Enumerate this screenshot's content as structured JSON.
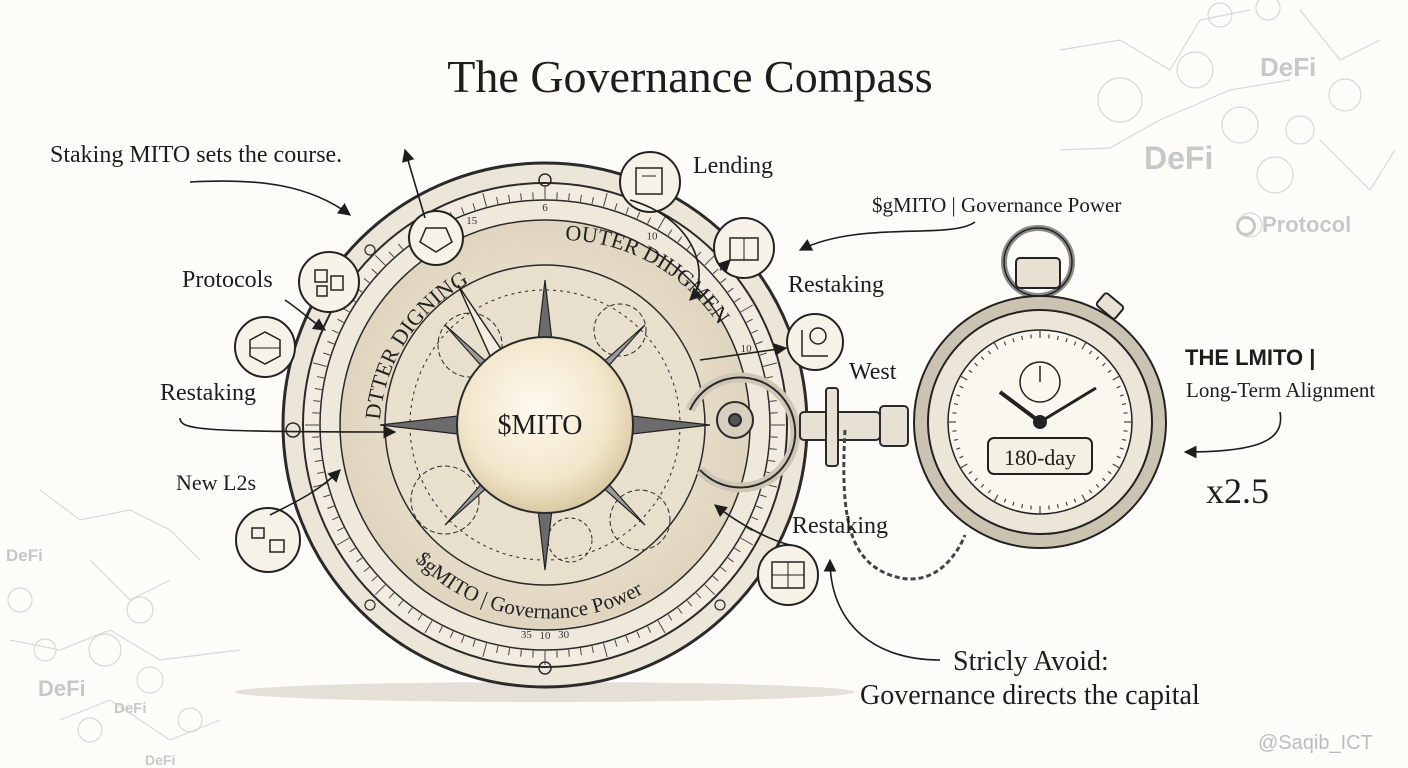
{
  "title": "The Governance Compass",
  "annotations": {
    "staking_course": "Staking MITO sets the course.",
    "protocols": "Protocols",
    "restaking_left": "Restaking",
    "new_l2s": "New L2s",
    "lending": "Lending",
    "gmito_top": "$gMITO | Governance Power",
    "restaking_top_right": "Restaking",
    "west": "West",
    "restaking_bottom": "Restaking",
    "strictly_avoid": "Stricly Avoid:",
    "governance_capital": "Governance directs the capital"
  },
  "compass": {
    "center_label": "$MITO",
    "ring_left": "DTTER DIGNING",
    "ring_top": "OUTER DIIJGMENT",
    "ring_bottom": "$gMITO | Governance Power",
    "tick_labels": [
      "15",
      "6",
      "10",
      "10",
      "35",
      "10",
      "30"
    ]
  },
  "stopwatch": {
    "readout": "180-day",
    "side_title": "THE LMITO |",
    "side_subtitle": "Long-Term Alignment",
    "multiplier": "x2.5"
  },
  "watermarks": {
    "defi_1": "DeFi",
    "defi_2": "DeFi",
    "protocol": "Protocol",
    "defi_3": "DeFi",
    "defi_4": "DeFi",
    "defi_5": "DeFi",
    "defi_6": "DeFi",
    "credit": "@Saqib_ICT"
  },
  "colors": {
    "ink": "#1d1d1d",
    "paper": "#fdfcf9",
    "brass": "#e9e2d2",
    "glow": "#f6ecd2",
    "faint": "#c8c8c8"
  }
}
